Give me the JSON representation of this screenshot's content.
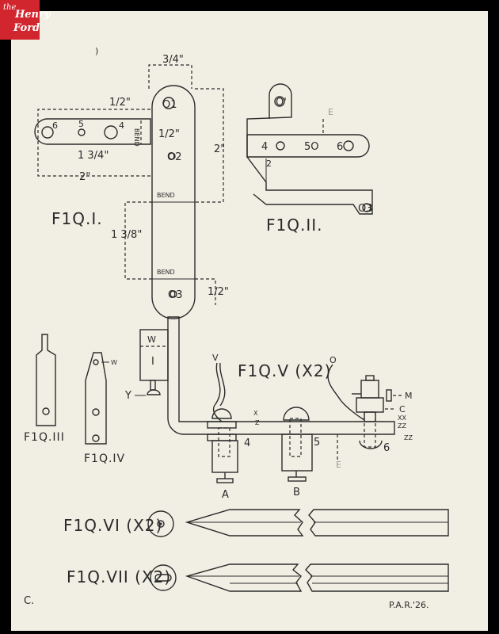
{
  "logo": {
    "line1": "the",
    "line2": "Henry",
    "line3": "Ford"
  },
  "figures": {
    "fig1": {
      "title": "F1Q.I.",
      "dims": {
        "top": "3/4\"",
        "left_half": "1/2\"",
        "mid_half": "1/2\"",
        "span_134": "1 3/4\"",
        "span_2a": "2\"",
        "span_2b": "2\"",
        "span_138": "1 3/8\"",
        "bottom_half": "1/2\""
      },
      "holes": [
        "6",
        "5",
        "4",
        "O1",
        "O2",
        "O3"
      ],
      "bend_labels": [
        "BEND",
        "BEND"
      ],
      "side_text": "BEND"
    },
    "fig2": {
      "title": "F1Q.II.",
      "holes": [
        "O'",
        "4",
        "5O",
        "6",
        "2",
        "O3"
      ],
      "mark": "E"
    },
    "fig3": {
      "title": "F1Q.III"
    },
    "fig4": {
      "title": "F1Q.IV",
      "mark": "W"
    },
    "fig5": {
      "title": "F1Q.V (X2)",
      "labels": {
        "w": "W",
        "i": "I",
        "y": "Y",
        "v": "V",
        "o": "O",
        "m": "M",
        "c": "C",
        "xx": "XX",
        "zz1": "ZZ",
        "zz2": "ZZ",
        "x": "X",
        "z": "Z",
        "a": "A",
        "b": "B",
        "n4": "4",
        "n5": "5",
        "n6": "6",
        "e": "E"
      }
    },
    "fig6": {
      "title": "F1Q.VI (X2)"
    },
    "fig7": {
      "title": "F1Q.VII (X2)"
    }
  },
  "signature": "P.A.R.'26.",
  "corner_mark": "C."
}
